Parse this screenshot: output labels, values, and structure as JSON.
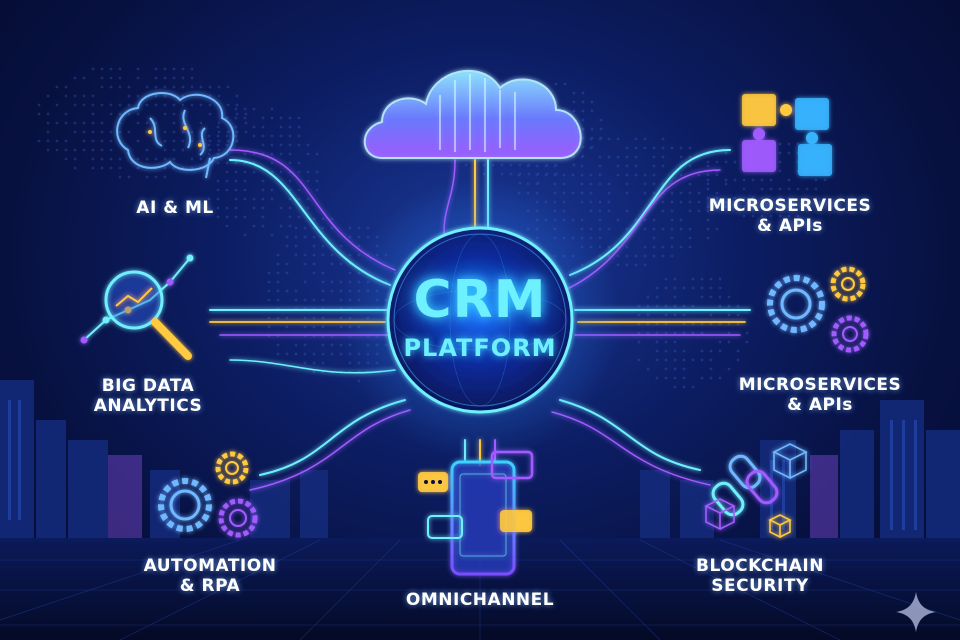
{
  "hub": {
    "title": "CRM",
    "subtitle": "PLATFORM"
  },
  "nodes": [
    {
      "id": "ai",
      "lines": [
        "AI & ML"
      ],
      "icon": "brain-icon"
    },
    {
      "id": "bigdata",
      "lines": [
        "BIG DATA",
        "ANALYTICS"
      ],
      "icon": "magnifier-chart-icon"
    },
    {
      "id": "automation",
      "lines": [
        "AUTOMATION",
        "& RPA"
      ],
      "icon": "gears-icon"
    },
    {
      "id": "omnichannel",
      "lines": [
        "OMNICHANNEL"
      ],
      "icon": "phone-chat-icon"
    },
    {
      "id": "blockchain",
      "lines": [
        "BLOCKCHAIN",
        "SECURITY"
      ],
      "icon": "chain-cubes-icon"
    },
    {
      "id": "micro1",
      "lines": [
        "MICROSERVICES",
        "& APIs"
      ],
      "icon": "puzzle-cubes-icon"
    },
    {
      "id": "micro2",
      "lines": [
        "MICROSERVICES",
        "& APIs"
      ],
      "icon": "gears-icon"
    }
  ],
  "colors": {
    "cyan": "#6ff0ff",
    "purple": "#a15cff",
    "gold": "#ffc940",
    "navy": "#071140"
  },
  "icons": {
    "cloud": "cloud-icon",
    "sparkle": "sparkle-icon"
  }
}
